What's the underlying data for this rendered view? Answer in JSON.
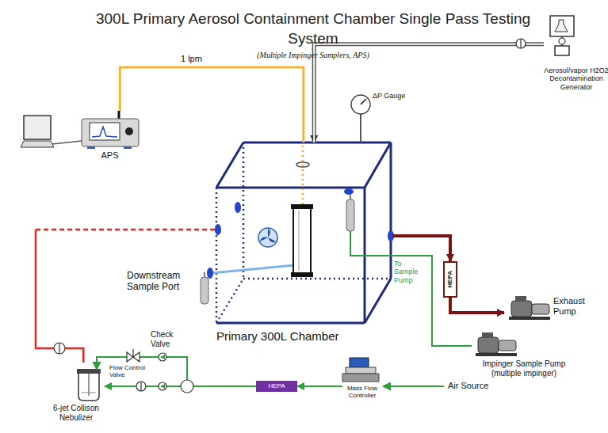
{
  "diagram": {
    "title": "300L Primary Aerosol Containment Chamber Single Pass Testing System",
    "nodes": [
      {
        "text": [
          "APS"
        ]
      },
      {
        "text": [
          "Primary 300L Chamber"
        ]
      },
      {
        "text": [
          "Aerosol/vapor H2O2 Decontamination Generator"
        ]
      },
      {
        "text": [
          "HEPA"
        ]
      },
      {
        "text": [
          "Exhaust Pump"
        ]
      },
      {
        "text": [
          "Impinger Sample Pump (multiple impinger)"
        ]
      },
      {
        "text": [
          "Mass Flow Controller"
        ]
      },
      {
        "text": [
          "HEPA"
        ]
      },
      {
        "text": [
          "6-jet Collison Nebulizer"
        ]
      }
    ],
    "edges": [
      {
        "from": 1,
        "to": 0,
        "arrow": "none",
        "label": "1 lpm"
      },
      {
        "from": 2,
        "to": 1,
        "arrow": "to"
      },
      {
        "from": 1,
        "to": 3,
        "arrow": "to"
      },
      {
        "from": 3,
        "to": 4,
        "arrow": "to"
      },
      {
        "from": 1,
        "to": 5,
        "arrow": "none"
      },
      {
        "from": 6,
        "to": 7,
        "arrow": "to"
      },
      {
        "from": 7,
        "to": 8,
        "arrow": "to"
      },
      {
        "from": 8,
        "to": 1,
        "arrow": "none"
      }
    ],
    "labels": [
      "(Multiple Impinger Samplers, APS)",
      "ΔP Gauge",
      "Downstream Sample Port",
      "To Sample Pump",
      "Check Valve",
      "Flow Control Valve",
      "Air Source"
    ]
  }
}
